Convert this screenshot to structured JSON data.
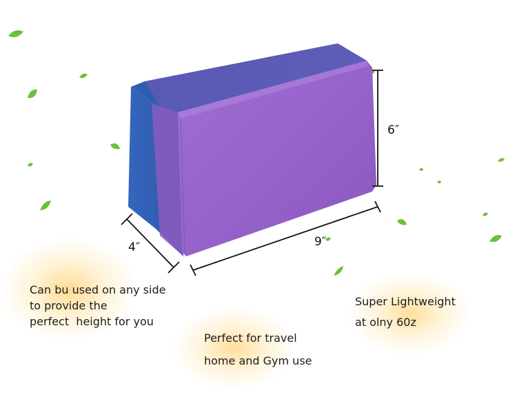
{
  "product": {
    "name": "yoga-block",
    "colors": {
      "top": "#2f5fb0",
      "side": "#3a6ec4",
      "front": "#9260c6",
      "stripe": "#8a5dbf",
      "leaf": "#6cc03a"
    }
  },
  "dimensions": {
    "height": "6″",
    "depth": "4″",
    "length": "9″"
  },
  "captions": {
    "sides": [
      "Can bu used on any side",
      "to provide the",
      "perfect  height for you"
    ],
    "travel": [
      "Perfect for travel",
      "home and Gym use"
    ],
    "weight": [
      "Super Lightweight",
      "at olny 60z"
    ]
  }
}
